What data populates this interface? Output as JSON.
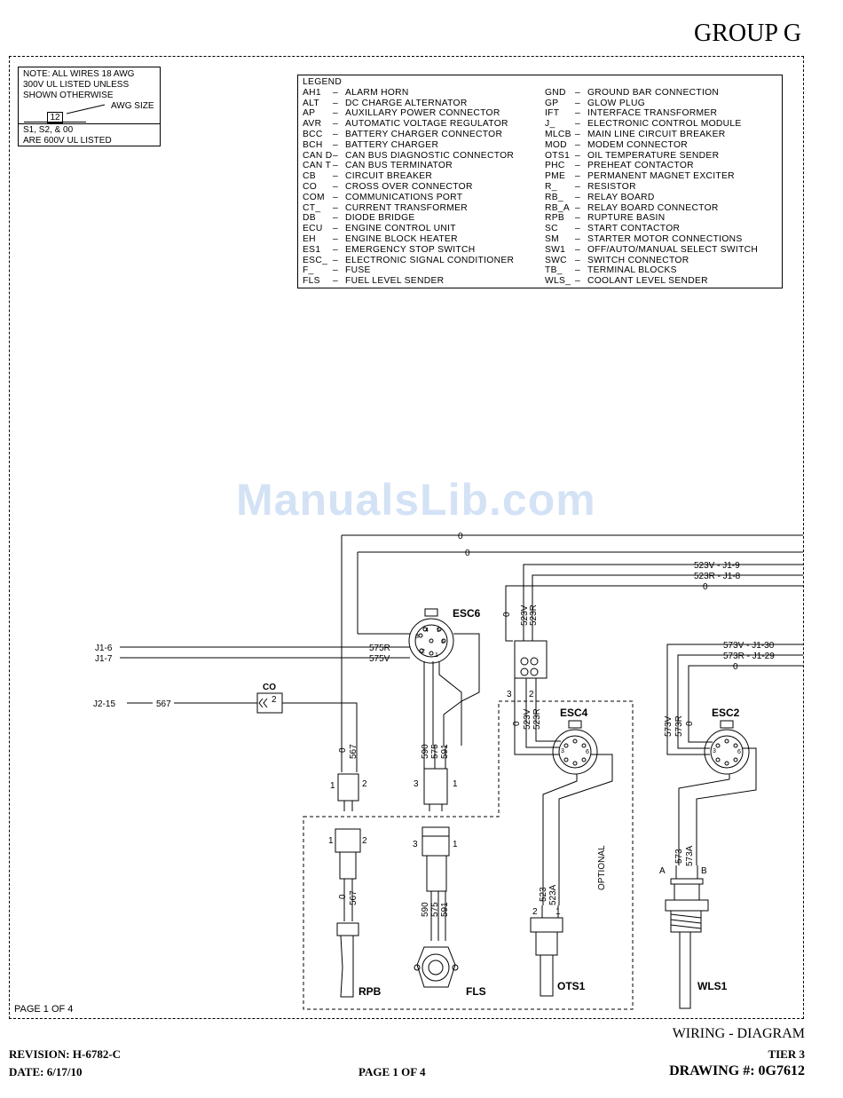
{
  "header": {
    "group": "GROUP G"
  },
  "note": {
    "lines": [
      "NOTE:  ALL WIRES 18 AWG",
      "300V UL LISTED UNLESS",
      "SHOWN OTHERWISE"
    ],
    "awg_number": "12",
    "awg_label": "AWG SIZE",
    "footer_lines": [
      "S1, S2, & 00",
      "ARE 600V UL LISTED"
    ]
  },
  "legend": {
    "title": "LEGEND",
    "left": [
      {
        "code": "AH1",
        "desc": "ALARM HORN"
      },
      {
        "code": "ALT",
        "desc": "DC CHARGE ALTERNATOR"
      },
      {
        "code": "AP",
        "desc": "AUXILLARY POWER CONNECTOR"
      },
      {
        "code": "AVR",
        "desc": "AUTOMATIC VOLTAGE REGULATOR"
      },
      {
        "code": "BCC",
        "desc": "BATTERY CHARGER CONNECTOR"
      },
      {
        "code": "BCH",
        "desc": "BATTERY CHARGER"
      },
      {
        "code": "CAN D",
        "desc": "CAN BUS DIAGNOSTIC CONNECTOR"
      },
      {
        "code": "CAN T",
        "desc": "CAN BUS TERMINATOR"
      },
      {
        "code": "CB",
        "desc": "CIRCUIT BREAKER"
      },
      {
        "code": "CO",
        "desc": "CROSS OVER CONNECTOR"
      },
      {
        "code": "COM",
        "desc": "COMMUNICATIONS PORT"
      },
      {
        "code": "CT_",
        "desc": "CURRENT TRANSFORMER"
      },
      {
        "code": "DB",
        "desc": "DIODE BRIDGE"
      },
      {
        "code": "ECU",
        "desc": "ENGINE CONTROL UNIT"
      },
      {
        "code": "EH",
        "desc": "ENGINE BLOCK HEATER"
      },
      {
        "code": "ES1",
        "desc": "EMERGENCY STOP SWITCH"
      },
      {
        "code": "ESC_",
        "desc": "ELECTRONIC SIGNAL CONDITIONER"
      },
      {
        "code": "F_",
        "desc": "FUSE"
      },
      {
        "code": "FLS",
        "desc": "FUEL LEVEL SENDER"
      }
    ],
    "right": [
      {
        "code": "GND",
        "desc": "GROUND BAR CONNECTION"
      },
      {
        "code": "GP",
        "desc": "GLOW PLUG"
      },
      {
        "code": "IFT",
        "desc": "INTERFACE TRANSFORMER"
      },
      {
        "code": "J_",
        "desc": "ELECTRONIC CONTROL MODULE"
      },
      {
        "code": "MLCB",
        "desc": "MAIN LINE CIRCUIT BREAKER"
      },
      {
        "code": "MOD",
        "desc": "MODEM CONNECTOR"
      },
      {
        "code": "OTS1",
        "desc": "OIL TEMPERATURE SENDER"
      },
      {
        "code": "PHC",
        "desc": "PREHEAT CONTACTOR"
      },
      {
        "code": "PME",
        "desc": "PERMANENT MAGNET EXCITER"
      },
      {
        "code": "R_",
        "desc": "RESISTOR"
      },
      {
        "code": "RB_",
        "desc": "RELAY BOARD"
      },
      {
        "code": "RB_A",
        "desc": "RELAY BOARD CONNECTOR"
      },
      {
        "code": "RPB",
        "desc": "RUPTURE BASIN"
      },
      {
        "code": "SC",
        "desc": "START CONTACTOR"
      },
      {
        "code": "SM",
        "desc": "STARTER MOTOR CONNECTIONS"
      },
      {
        "code": "SW1",
        "desc": "OFF/AUTO/MANUAL SELECT SWITCH"
      },
      {
        "code": "SWC",
        "desc": "SWITCH CONNECTOR"
      },
      {
        "code": "TB_",
        "desc": "TERMINAL BLOCKS"
      },
      {
        "code": "WLS_",
        "desc": "COOLANT LEVEL SENDER"
      }
    ]
  },
  "watermark": "ManualsLib.com",
  "diagram": {
    "wire_0": "0",
    "esc6": "ESC6",
    "esc4": "ESC4",
    "esc2": "ESC2",
    "co": "CO",
    "co_pin": "2",
    "j1_6": "J1-6",
    "j1_7": "J1-7",
    "j2_15": "J2-15",
    "w575r": "575R",
    "w575v": "575V",
    "w567": "567",
    "w523v_j19": "523V - J1-9",
    "w523r_j18": "523R - J1-8",
    "w573v_j130": "573V - J1-30",
    "w573r_j129": "573R - J1-29",
    "w523v": "523V",
    "w523r": "523R",
    "w523": "523",
    "w523a": "523A",
    "w573v": "573V",
    "w573r": "573R",
    "w573": "573",
    "w573a": "573A",
    "w590": "590",
    "w575": "575",
    "w591": "591",
    "pin1": "1",
    "pin2": "2",
    "pin3": "3",
    "pin4": "4",
    "pin5": "5",
    "pin6": "6",
    "pinA": "A",
    "pinB": "B",
    "optional": "OPTIONAL",
    "rpb": "RPB",
    "fls": "FLS",
    "ots1": "OTS1",
    "wls1": "WLS1"
  },
  "footer": {
    "page_in_frame": "PAGE 1 OF 4",
    "revision": "REVISION: H-6782-C",
    "date": "DATE: 6/17/10",
    "page": "PAGE 1 OF 4",
    "title": "WIRING - DIAGRAM",
    "tier": "TIER 3",
    "drawing": "DRAWING #: 0G7612"
  }
}
